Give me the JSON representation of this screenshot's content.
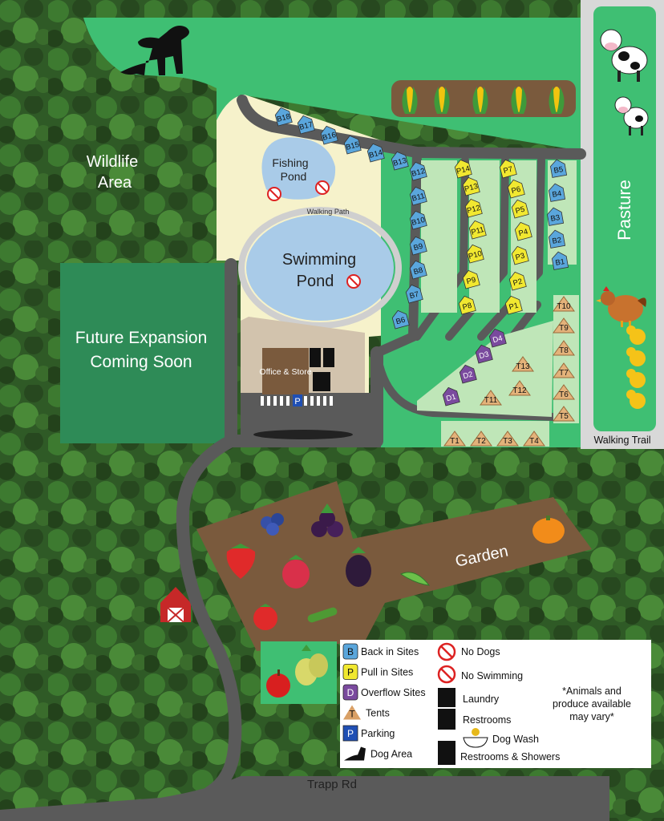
{
  "areas": {
    "wildlife": [
      "Wildlife",
      "Area"
    ],
    "expansion": [
      "Future Expansion",
      "Coming Soon"
    ],
    "fishing_pond": [
      "Fishing",
      "Pond"
    ],
    "walking_path": "Walking Path",
    "swimming_pond": [
      "Swimming",
      "Pond"
    ],
    "office": "Office & Store",
    "pasture": "Pasture",
    "walking_trail": "Walking Trail",
    "garden": "Garden",
    "road": "Trapp Rd"
  },
  "sites": {
    "back_in_top": [
      "B18",
      "B17",
      "B16",
      "B15",
      "B14",
      "B13"
    ],
    "back_in_left": [
      "B12",
      "B11",
      "B10",
      "B9",
      "B8",
      "B7",
      "B6"
    ],
    "back_in_right": [
      "B5",
      "B4",
      "B3",
      "B2",
      "B1"
    ],
    "pull_in_left": [
      "P14",
      "P13",
      "P12",
      "P11",
      "P10",
      "P9",
      "P8"
    ],
    "pull_in_right": [
      "P7",
      "P6",
      "P5",
      "P4",
      "P3",
      "P2",
      "P1"
    ],
    "overflow": [
      "D4",
      "D3",
      "D2",
      "D1"
    ],
    "tents_right": [
      "T10",
      "T9",
      "T8",
      "T7",
      "T6",
      "T5"
    ],
    "tents_bottom": [
      "T1",
      "T2",
      "T3",
      "T4"
    ],
    "tents_inner": [
      "T13",
      "T12",
      "T11"
    ]
  },
  "legend": {
    "items": [
      {
        "badge": "B",
        "label": "Back in Sites",
        "color": "#5aa6dc"
      },
      {
        "badge": "P",
        "label": "Pull in Sites",
        "color": "#f1e830"
      },
      {
        "badge": "D",
        "label": "Overflow Sites",
        "color": "#7a4a9e"
      },
      {
        "badge": "T",
        "label": "Tents",
        "color": "#d9a066"
      },
      {
        "badge": "P",
        "label": "Parking",
        "color": "#1f4fb4"
      },
      {
        "badge": "",
        "label": "Dog Area",
        "color": "#000000"
      }
    ],
    "amenities": [
      "No Dogs",
      "No Swimming",
      "Laundry",
      "Restrooms",
      "Dog Wash",
      "Restrooms & Showers"
    ],
    "note": [
      "*Animals and",
      "produce available",
      "may vary*"
    ]
  },
  "colors": {
    "forest": "#2f5a26",
    "grass": "#3fbf73",
    "dark_green": "#2e8b57",
    "sand": "#f6f2cb",
    "road": "#5a5a5a",
    "water": "#a9cbe8",
    "soil": "#7a5a3d",
    "site_green": "#bfe6b8"
  }
}
